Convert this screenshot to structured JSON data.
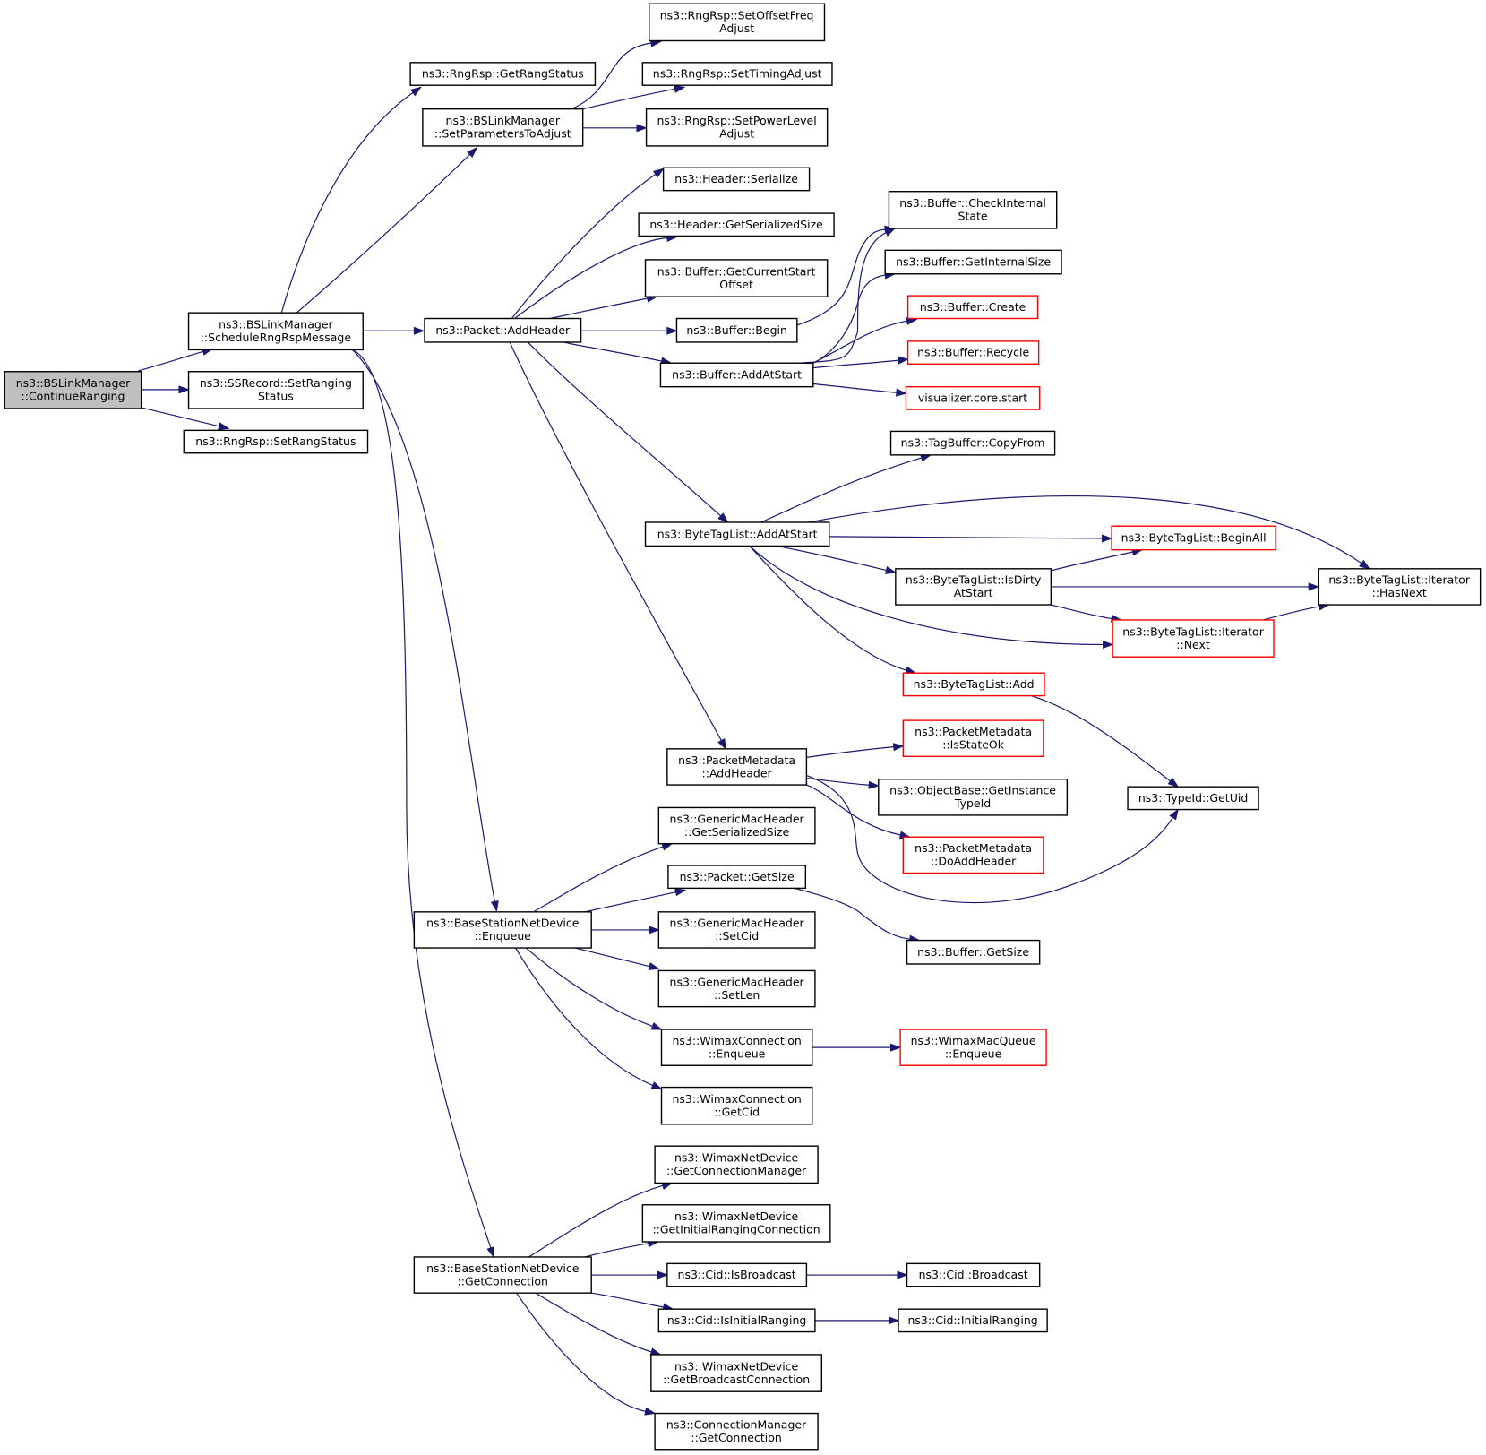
{
  "diagram": {
    "nodes": [
      {
        "id": "continue_ranging",
        "name": "node-bslinkmanager-continueranging",
        "lines": [
          "ns3::BSLinkManager",
          "::ContinueRanging"
        ],
        "style": "root"
      },
      {
        "id": "schedule_rngrsp",
        "name": "node-bslinkmanager-schedulerngrspmessage",
        "lines": [
          "ns3::BSLinkManager",
          "::ScheduleRngRspMessage"
        ],
        "style": "normal"
      },
      {
        "id": "ssrecord_setranging",
        "name": "node-ssrecord-setrangingstatus",
        "lines": [
          "ns3::SSRecord::SetRanging",
          "Status"
        ],
        "style": "normal"
      },
      {
        "id": "rngrsp_setrangstatus",
        "name": "node-rngrsp-setrangstatus",
        "lines": [
          "ns3::RngRsp::SetRangStatus"
        ],
        "style": "normal"
      },
      {
        "id": "rngrsp_getrangstatus",
        "name": "node-rngrsp-getrangstatus",
        "lines": [
          "ns3::RngRsp::GetRangStatus"
        ],
        "style": "normal"
      },
      {
        "id": "setparameterstoadjust",
        "name": "node-bslinkmanager-setparameterstoadjust",
        "lines": [
          "ns3::BSLinkManager",
          "::SetParametersToAdjust"
        ],
        "style": "normal"
      },
      {
        "id": "packet_addheader",
        "name": "node-packet-addheader",
        "lines": [
          "ns3::Packet::AddHeader"
        ],
        "style": "normal"
      },
      {
        "id": "bs_enqueue",
        "name": "node-basestationnetdevice-enqueue",
        "lines": [
          "ns3::BaseStationNetDevice",
          "::Enqueue"
        ],
        "style": "normal"
      },
      {
        "id": "bs_getconnection",
        "name": "node-basestationnetdevice-getconnection",
        "lines": [
          "ns3::BaseStationNetDevice",
          "::GetConnection"
        ],
        "style": "normal"
      },
      {
        "id": "setoffsetfreq",
        "name": "node-rngrsp-setoffsetfreqadjust",
        "lines": [
          "ns3::RngRsp::SetOffsetFreq",
          "Adjust"
        ],
        "style": "normal"
      },
      {
        "id": "settimingadjust",
        "name": "node-rngrsp-settimingadjust",
        "lines": [
          "ns3::RngRsp::SetTimingAdjust"
        ],
        "style": "normal"
      },
      {
        "id": "setpowerlevel",
        "name": "node-rngrsp-setpowerleveladjust",
        "lines": [
          "ns3::RngRsp::SetPowerLevel",
          "Adjust"
        ],
        "style": "normal"
      },
      {
        "id": "header_serialize",
        "name": "node-header-serialize",
        "lines": [
          "ns3::Header::Serialize"
        ],
        "style": "normal"
      },
      {
        "id": "header_getserializedsize",
        "name": "node-header-getserializedsize",
        "lines": [
          "ns3::Header::GetSerializedSize"
        ],
        "style": "normal"
      },
      {
        "id": "buffer_getcurrentstartoffset",
        "name": "node-buffer-getcurrentstartoffset",
        "lines": [
          "ns3::Buffer::GetCurrentStart",
          "Offset"
        ],
        "style": "normal"
      },
      {
        "id": "buffer_begin",
        "name": "node-buffer-begin",
        "lines": [
          "ns3::Buffer::Begin"
        ],
        "style": "normal"
      },
      {
        "id": "buffer_addatstart",
        "name": "node-buffer-addatstart",
        "lines": [
          "ns3::Buffer::AddAtStart"
        ],
        "style": "normal"
      },
      {
        "id": "bytetaglist_addatstart",
        "name": "node-bytetaglist-addatstart",
        "lines": [
          "ns3::ByteTagList::AddAtStart"
        ],
        "style": "normal"
      },
      {
        "id": "packetmetadata_addheader",
        "name": "node-packetmetadata-addheader",
        "lines": [
          "ns3::PacketMetadata",
          "::AddHeader"
        ],
        "style": "normal"
      },
      {
        "id": "buffer_checkinternalstate",
        "name": "node-buffer-checkinternalstate",
        "lines": [
          "ns3::Buffer::CheckInternal",
          "State"
        ],
        "style": "normal"
      },
      {
        "id": "buffer_getinternalsize",
        "name": "node-buffer-getinternalsize",
        "lines": [
          "ns3::Buffer::GetInternalSize"
        ],
        "style": "normal"
      },
      {
        "id": "buffer_create",
        "name": "node-buffer-create",
        "lines": [
          "ns3::Buffer::Create"
        ],
        "style": "red"
      },
      {
        "id": "buffer_recycle",
        "name": "node-buffer-recycle",
        "lines": [
          "ns3::Buffer::Recycle"
        ],
        "style": "red"
      },
      {
        "id": "visualizer_core_start",
        "name": "node-visualizer-core-start",
        "lines": [
          "visualizer.core.start"
        ],
        "style": "red"
      },
      {
        "id": "tagbuffer_copyfrom",
        "name": "node-tagbuffer-copyfrom",
        "lines": [
          "ns3::TagBuffer::CopyFrom"
        ],
        "style": "normal"
      },
      {
        "id": "bytetaglist_beginall",
        "name": "node-bytetaglist-beginall",
        "lines": [
          "ns3::ByteTagList::BeginAll"
        ],
        "style": "red"
      },
      {
        "id": "bytetaglist_isdirtyatstart",
        "name": "node-bytetaglist-isdirtyatstart",
        "lines": [
          "ns3::ByteTagList::IsDirty",
          "AtStart"
        ],
        "style": "normal"
      },
      {
        "id": "iterator_hasnext",
        "name": "node-bytetaglist-iterator-hasnext",
        "lines": [
          "ns3::ByteTagList::Iterator",
          "::HasNext"
        ],
        "style": "normal"
      },
      {
        "id": "iterator_next",
        "name": "node-bytetaglist-iterator-next",
        "lines": [
          "ns3::ByteTagList::Iterator",
          "::Next"
        ],
        "style": "red"
      },
      {
        "id": "bytetaglist_add",
        "name": "node-bytetaglist-add",
        "lines": [
          "ns3::ByteTagList::Add"
        ],
        "style": "red"
      },
      {
        "id": "packetmetadata_isstateok",
        "name": "node-packetmetadata-isstateok",
        "lines": [
          "ns3::PacketMetadata",
          "::IsStateOk"
        ],
        "style": "red"
      },
      {
        "id": "objectbase_getinstancetypeid",
        "name": "node-objectbase-getinstancetypeid",
        "lines": [
          "ns3::ObjectBase::GetInstance",
          "TypeId"
        ],
        "style": "normal"
      },
      {
        "id": "packetmetadata_doaddheader",
        "name": "node-packetmetadata-doaddheader",
        "lines": [
          "ns3::PacketMetadata",
          "::DoAddHeader"
        ],
        "style": "red"
      },
      {
        "id": "typeid_getuid",
        "name": "node-typeid-getuid",
        "lines": [
          "ns3::TypeId::GetUid"
        ],
        "style": "normal"
      },
      {
        "id": "gmh_getserializedsize",
        "name": "node-genericmacheader-getserializedsize",
        "lines": [
          "ns3::GenericMacHeader",
          "::GetSerializedSize"
        ],
        "style": "normal"
      },
      {
        "id": "packet_getsize",
        "name": "node-packet-getsize",
        "lines": [
          "ns3::Packet::GetSize"
        ],
        "style": "normal"
      },
      {
        "id": "gmh_setcid",
        "name": "node-genericmacheader-setcid",
        "lines": [
          "ns3::GenericMacHeader",
          "::SetCid"
        ],
        "style": "normal"
      },
      {
        "id": "gmh_setlen",
        "name": "node-genericmacheader-setlen",
        "lines": [
          "ns3::GenericMacHeader",
          "::SetLen"
        ],
        "style": "normal"
      },
      {
        "id": "wimaxconn_enqueue",
        "name": "node-wimaxconnection-enqueue",
        "lines": [
          "ns3::WimaxConnection",
          "::Enqueue"
        ],
        "style": "normal"
      },
      {
        "id": "wimaxconn_getcid",
        "name": "node-wimaxconnection-getcid",
        "lines": [
          "ns3::WimaxConnection",
          "::GetCid"
        ],
        "style": "normal"
      },
      {
        "id": "buffer_getsize",
        "name": "node-buffer-getsize",
        "lines": [
          "ns3::Buffer::GetSize"
        ],
        "style": "normal"
      },
      {
        "id": "wimaxmacqueue_enqueue",
        "name": "node-wimaxmacqueue-enqueue",
        "lines": [
          "ns3::WimaxMacQueue",
          "::Enqueue"
        ],
        "style": "red"
      },
      {
        "id": "wnd_getconnectionmanager",
        "name": "node-wimaxnetdevice-getconnectionmanager",
        "lines": [
          "ns3::WimaxNetDevice",
          "::GetConnectionManager"
        ],
        "style": "normal"
      },
      {
        "id": "wnd_getinitialrangingconnection",
        "name": "node-wimaxnetdevice-getinitialrangingconnection",
        "lines": [
          "ns3::WimaxNetDevice",
          "::GetInitialRangingConnection"
        ],
        "style": "normal"
      },
      {
        "id": "cid_isbroadcast",
        "name": "node-cid-isbroadcast",
        "lines": [
          "ns3::Cid::IsBroadcast"
        ],
        "style": "normal"
      },
      {
        "id": "cid_isinitialranging",
        "name": "node-cid-isinitialranging",
        "lines": [
          "ns3::Cid::IsInitialRanging"
        ],
        "style": "normal"
      },
      {
        "id": "wnd_getbroadcastconnection",
        "name": "node-wimaxnetdevice-getbroadcastconnection",
        "lines": [
          "ns3::WimaxNetDevice",
          "::GetBroadcastConnection"
        ],
        "style": "normal"
      },
      {
        "id": "connmanager_getconnection",
        "name": "node-connectionmanager-getconnection",
        "lines": [
          "ns3::ConnectionManager",
          "::GetConnection"
        ],
        "style": "normal"
      },
      {
        "id": "cid_broadcast",
        "name": "node-cid-broadcast",
        "lines": [
          "ns3::Cid::Broadcast"
        ],
        "style": "normal"
      },
      {
        "id": "cid_initialranging",
        "name": "node-cid-initialranging",
        "lines": [
          "ns3::Cid::InitialRanging"
        ],
        "style": "normal"
      }
    ],
    "edges": [
      [
        "continue_ranging",
        "schedule_rngrsp"
      ],
      [
        "continue_ranging",
        "ssrecord_setranging"
      ],
      [
        "continue_ranging",
        "rngrsp_setrangstatus"
      ],
      [
        "schedule_rngrsp",
        "rngrsp_getrangstatus"
      ],
      [
        "schedule_rngrsp",
        "setparameterstoadjust"
      ],
      [
        "schedule_rngrsp",
        "packet_addheader"
      ],
      [
        "schedule_rngrsp",
        "bs_enqueue"
      ],
      [
        "schedule_rngrsp",
        "bs_getconnection"
      ],
      [
        "setparameterstoadjust",
        "setoffsetfreq"
      ],
      [
        "setparameterstoadjust",
        "settimingadjust"
      ],
      [
        "setparameterstoadjust",
        "setpowerlevel"
      ],
      [
        "packet_addheader",
        "header_serialize"
      ],
      [
        "packet_addheader",
        "header_getserializedsize"
      ],
      [
        "packet_addheader",
        "buffer_getcurrentstartoffset"
      ],
      [
        "packet_addheader",
        "buffer_begin"
      ],
      [
        "packet_addheader",
        "buffer_addatstart"
      ],
      [
        "packet_addheader",
        "bytetaglist_addatstart"
      ],
      [
        "packet_addheader",
        "packetmetadata_addheader"
      ],
      [
        "buffer_begin",
        "buffer_checkinternalstate"
      ],
      [
        "buffer_addatstart",
        "buffer_checkinternalstate"
      ],
      [
        "buffer_addatstart",
        "buffer_getinternalsize"
      ],
      [
        "buffer_addatstart",
        "buffer_create"
      ],
      [
        "buffer_addatstart",
        "buffer_recycle"
      ],
      [
        "buffer_addatstart",
        "visualizer_core_start"
      ],
      [
        "bytetaglist_addatstart",
        "tagbuffer_copyfrom"
      ],
      [
        "bytetaglist_addatstart",
        "iterator_hasnext"
      ],
      [
        "bytetaglist_addatstart",
        "bytetaglist_beginall"
      ],
      [
        "bytetaglist_addatstart",
        "bytetaglist_isdirtyatstart"
      ],
      [
        "bytetaglist_addatstart",
        "iterator_next"
      ],
      [
        "bytetaglist_addatstart",
        "bytetaglist_add"
      ],
      [
        "bytetaglist_isdirtyatstart",
        "bytetaglist_beginall"
      ],
      [
        "bytetaglist_isdirtyatstart",
        "iterator_hasnext"
      ],
      [
        "bytetaglist_isdirtyatstart",
        "iterator_next"
      ],
      [
        "iterator_next",
        "iterator_hasnext"
      ],
      [
        "bytetaglist_add",
        "typeid_getuid"
      ],
      [
        "packetmetadata_addheader",
        "packetmetadata_isstateok"
      ],
      [
        "packetmetadata_addheader",
        "objectbase_getinstancetypeid"
      ],
      [
        "packetmetadata_addheader",
        "packetmetadata_doaddheader"
      ],
      [
        "packetmetadata_addheader",
        "typeid_getuid"
      ],
      [
        "bs_enqueue",
        "gmh_getserializedsize"
      ],
      [
        "bs_enqueue",
        "packet_getsize"
      ],
      [
        "bs_enqueue",
        "gmh_setcid"
      ],
      [
        "bs_enqueue",
        "gmh_setlen"
      ],
      [
        "bs_enqueue",
        "wimaxconn_enqueue"
      ],
      [
        "bs_enqueue",
        "wimaxconn_getcid"
      ],
      [
        "packet_getsize",
        "buffer_getsize"
      ],
      [
        "wimaxconn_enqueue",
        "wimaxmacqueue_enqueue"
      ],
      [
        "bs_getconnection",
        "wnd_getconnectionmanager"
      ],
      [
        "bs_getconnection",
        "wnd_getinitialrangingconnection"
      ],
      [
        "bs_getconnection",
        "cid_isbroadcast"
      ],
      [
        "bs_getconnection",
        "cid_isinitialranging"
      ],
      [
        "bs_getconnection",
        "wnd_getbroadcastconnection"
      ],
      [
        "bs_getconnection",
        "connmanager_getconnection"
      ],
      [
        "cid_isbroadcast",
        "cid_broadcast"
      ],
      [
        "cid_isinitialranging",
        "cid_initialranging"
      ]
    ]
  }
}
